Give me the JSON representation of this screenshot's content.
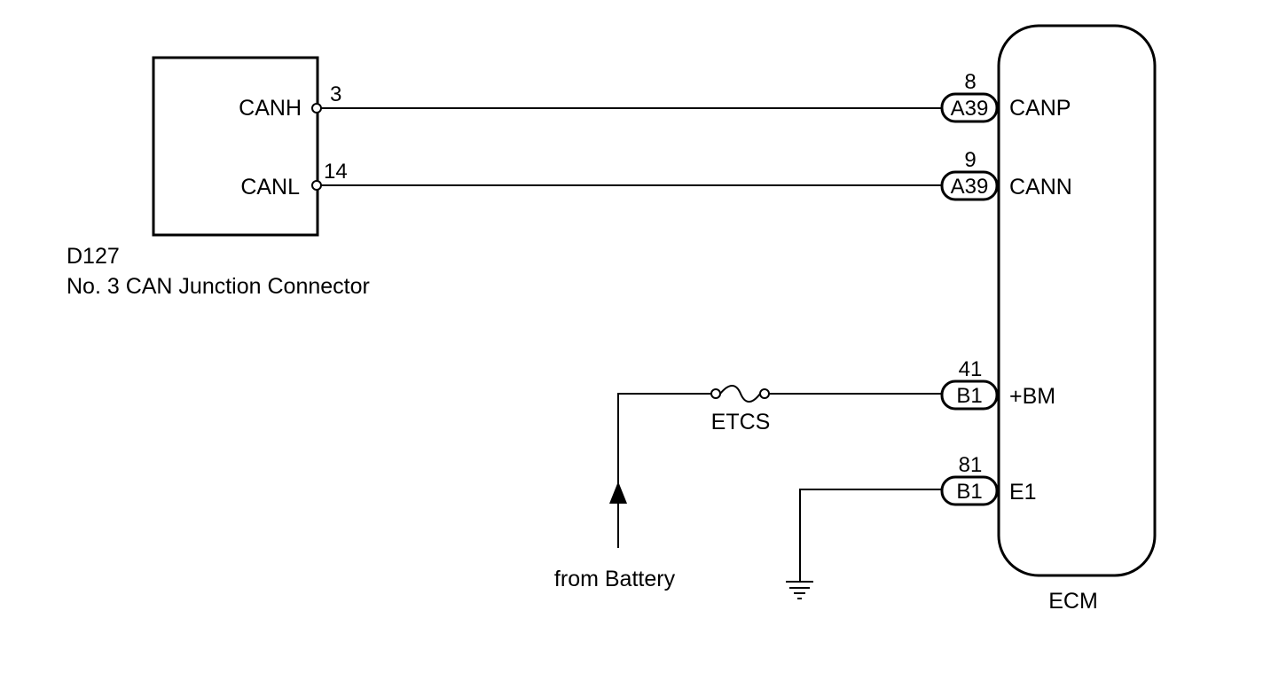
{
  "junction": {
    "code": "D127",
    "name": "No. 3 CAN Junction Connector",
    "pins": [
      {
        "label": "CANH",
        "number": "3"
      },
      {
        "label": "CANL",
        "number": "14"
      }
    ]
  },
  "ecm": {
    "name": "ECM",
    "terminals": [
      {
        "connector": "A39",
        "pin": "8",
        "label": "CANP"
      },
      {
        "connector": "A39",
        "pin": "9",
        "label": "CANN"
      },
      {
        "connector": "B1",
        "pin": "41",
        "label": "+BM"
      },
      {
        "connector": "B1",
        "pin": "81",
        "label": "E1"
      }
    ]
  },
  "fuse": {
    "label": "ETCS"
  },
  "battery": {
    "label": "from Battery"
  }
}
